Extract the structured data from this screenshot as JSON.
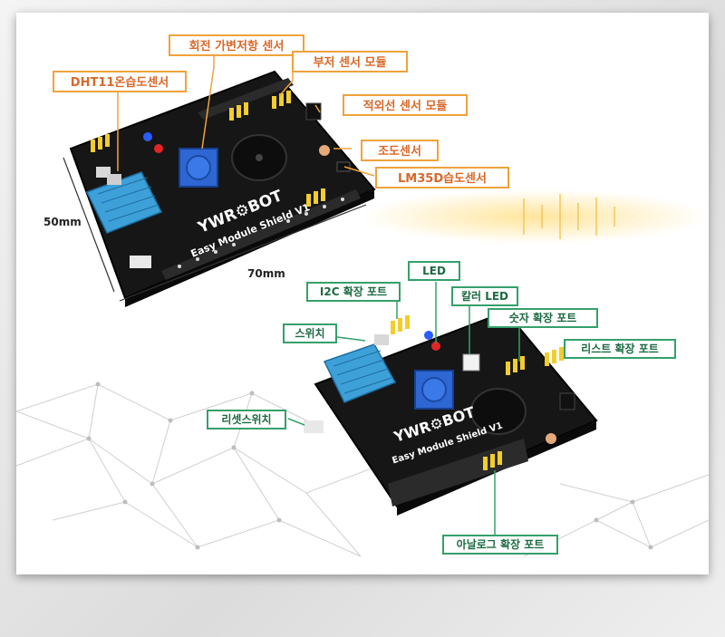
{
  "colors": {
    "orange_label": "#f0a23b",
    "green_label": "#35a06a",
    "board": "#141414",
    "sensor_blue": "#3ea0d8"
  },
  "board1": {
    "brand": "YWR⚙BOT",
    "subtitle": "Easy Module Shield V1",
    "width_dim": "70mm",
    "height_dim": "50mm",
    "labels": {
      "pot": "회전 가변저항 센서",
      "buzzer": "부저 센서 모듈",
      "dht": "DHT11온습도센서",
      "ir": "적외선 센서 모듈",
      "light": "조도센서",
      "lm35": "LM35D습도센서"
    }
  },
  "board2": {
    "brand": "YWR⚙BOT",
    "subtitle": "Easy Module Shield V1",
    "labels": {
      "led": "LED",
      "i2c": "I2C 확장 포트",
      "color_led": "칼러 LED",
      "digital": "숫자 확장 포트",
      "switch": "스위치",
      "list": "리스트 확장 포트",
      "reset": "리셋스위치",
      "analog": "아날로그 확장 포트"
    }
  }
}
